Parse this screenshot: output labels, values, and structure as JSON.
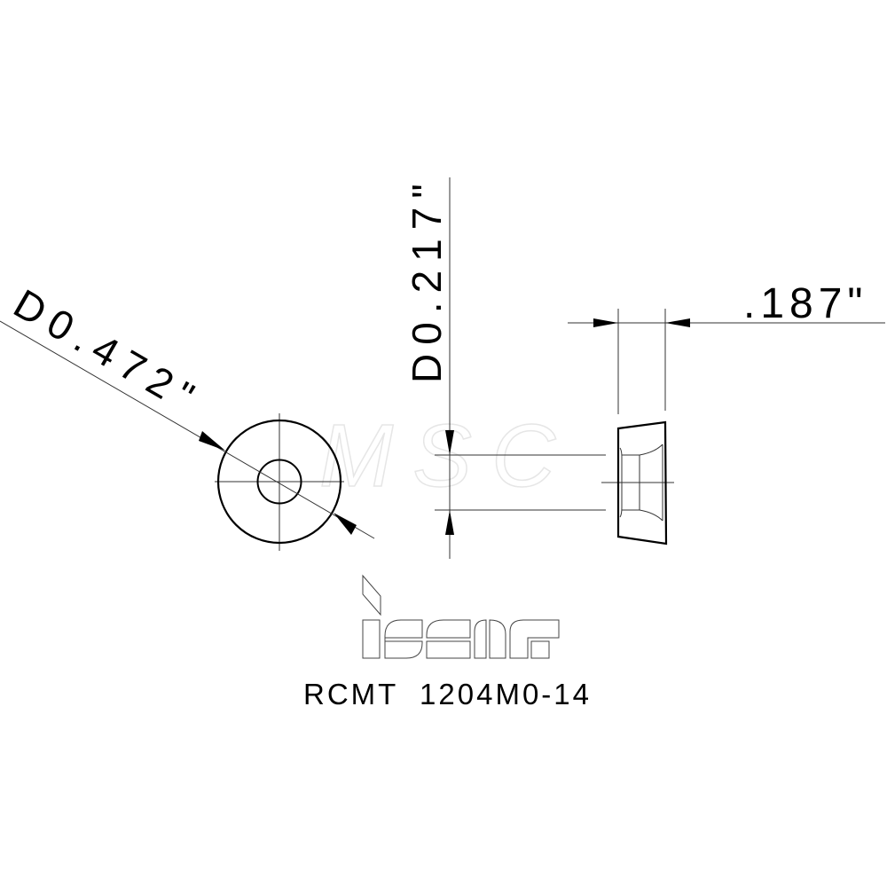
{
  "drawing": {
    "type": "technical-drawing",
    "subject": "indexable round cutting insert",
    "colors": {
      "line": "#000000",
      "thin_line": "#333333",
      "watermark": "#e6e6e6",
      "background": "#ffffff"
    },
    "dimensions": {
      "outer_diameter": {
        "text": "D0.472\"",
        "value": 0.472,
        "unit": "in"
      },
      "hole_diameter": {
        "text": "D0.217\"",
        "value": 0.217,
        "unit": "in"
      },
      "thickness": {
        "text": ".187\"",
        "value": 0.187,
        "unit": "in"
      }
    },
    "views": [
      {
        "name": "front-view",
        "description": "round insert with center hole and centerlines"
      },
      {
        "name": "side-view",
        "description": "tapered profile with countersunk hole"
      }
    ],
    "watermark": "MSC",
    "brand_logo": "iscar",
    "part_number": "RCMT  1204M0-14"
  }
}
